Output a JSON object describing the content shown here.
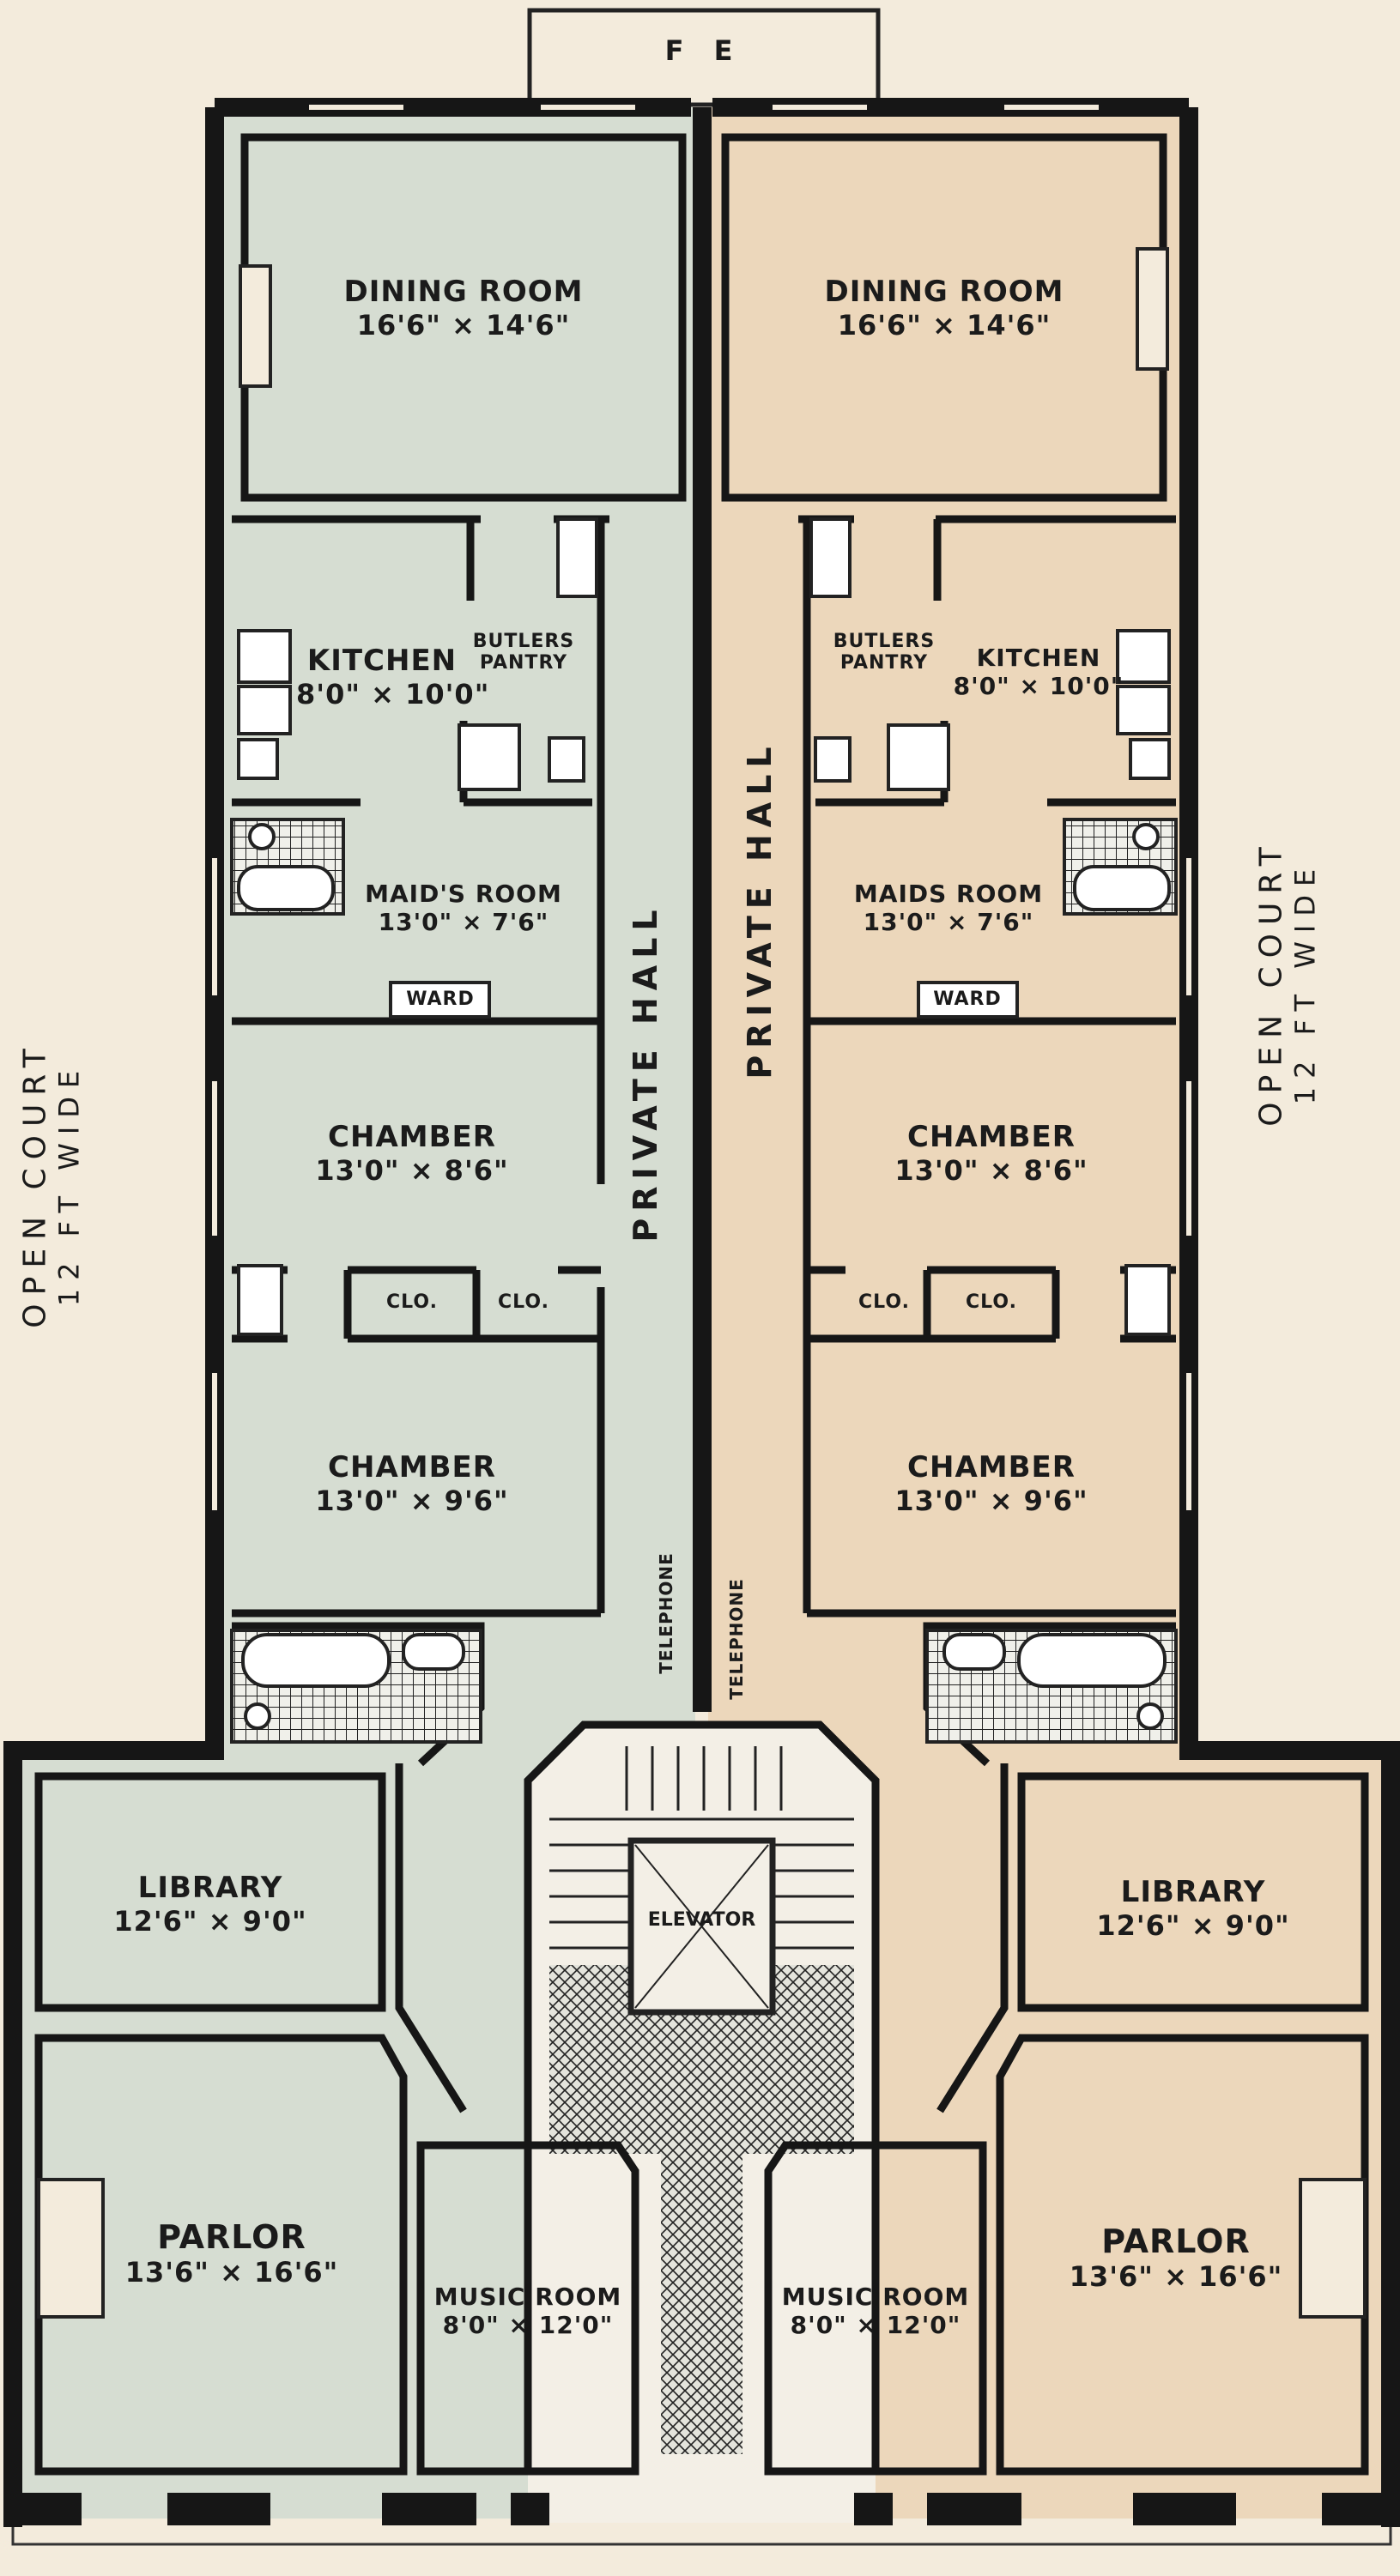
{
  "top_label": "F E",
  "courts": {
    "line1": "OPEN COURT",
    "line2": "12 FT WIDE"
  },
  "hall_label": "PRIVATE HALL",
  "telephone_label": "TELEPHONE",
  "left": {
    "dining": {
      "name": "DINING ROOM",
      "dim": "16'6\" × 14'6\""
    },
    "kitchen": {
      "name": "KITCHEN",
      "dim": "8'0\" × 10'0\""
    },
    "pantry": {
      "line1": "BUTLERS",
      "line2": "PANTRY"
    },
    "maids": {
      "name": "MAID'S ROOM",
      "dim": "13'0\" × 7'6\""
    },
    "ward": "WARD",
    "chamber1": {
      "name": "CHAMBER",
      "dim": "13'0\" × 8'6\""
    },
    "clo1": "CLO.",
    "clo2": "CLO.",
    "chamber2": {
      "name": "CHAMBER",
      "dim": "13'0\" × 9'6\""
    },
    "library": {
      "name": "LIBRARY",
      "dim": "12'6\" × 9'0\""
    },
    "parlor": {
      "name": "PARLOR",
      "dim": "13'6\" × 16'6\""
    },
    "music": {
      "name": "MUSIC ROOM",
      "dim": "8'0\" × 12'0\""
    }
  },
  "right": {
    "dining": {
      "name": "DINING ROOM",
      "dim": "16'6\" × 14'6\""
    },
    "kitchen": {
      "name": "KITCHEN",
      "dim": "8'0\" × 10'0\""
    },
    "pantry": {
      "line1": "BUTLERS",
      "line2": "PANTRY"
    },
    "maids": {
      "name": "MAIDS ROOM",
      "dim": "13'0\" × 7'6\""
    },
    "ward": "WARD",
    "chamber1": {
      "name": "CHAMBER",
      "dim": "13'0\" × 8'6\""
    },
    "clo1": "CLO.",
    "clo2": "CLO.",
    "chamber2": {
      "name": "CHAMBER",
      "dim": "13'0\" × 9'6\""
    },
    "library": {
      "name": "LIBRARY",
      "dim": "12'6\" × 9'0\""
    },
    "parlor": {
      "name": "PARLOR",
      "dim": "13'6\" × 16'6\""
    },
    "music": {
      "name": "MUSIC ROOM",
      "dim": "8'0\" × 12'0\""
    }
  },
  "elevator_label": "ELEVATOR",
  "colors": {
    "left_fill": "#d6ddd2",
    "right_fill": "#ecd7bb",
    "paper": "#f3ebdc",
    "wall": "#161616"
  }
}
